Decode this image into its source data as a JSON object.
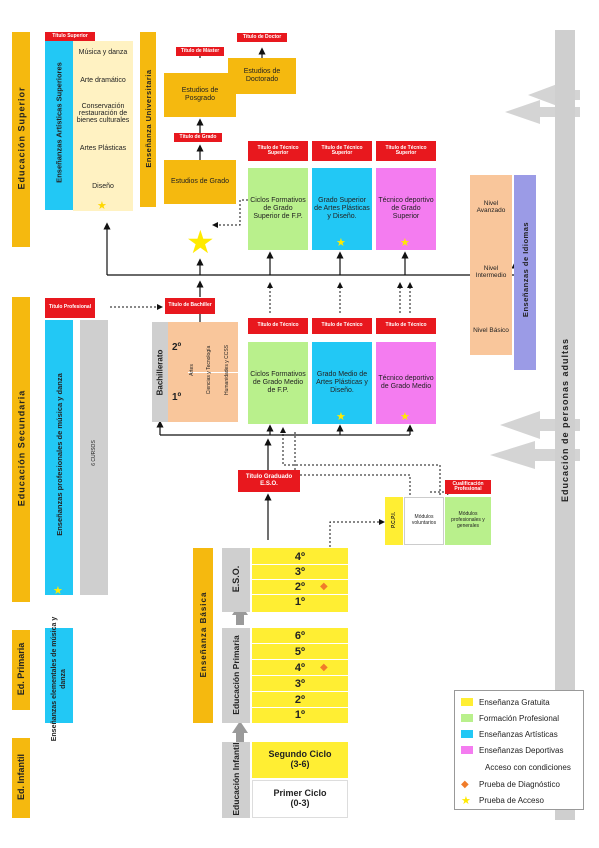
{
  "levels": {
    "superior": "Educación Superior",
    "secundaria": "Educación Secundaria",
    "primaria": "Ed. Primaria",
    "infantil": "Ed. Infantil",
    "adultos": "Educación de personas adultas",
    "universitaria": "Enseñanza Universitaria",
    "basica": "Enseñanza Básica",
    "idiomas": "Enseñanzas de Idiomas"
  },
  "artisticas_sup": {
    "title": "Enseñanzas Artísticas Superiores",
    "header": "Título Superior",
    "items": [
      "Música y danza",
      "Arte dramático",
      "Conservación restauración de bienes culturales",
      "Artes Plásticas",
      "Diseño"
    ]
  },
  "univ": {
    "master_title": "Título de Máster",
    "doctor_title": "Título de Doctor",
    "grado_title": "Título de Grado",
    "posgrado": "Estudios de Posgrado",
    "doctorado": "Estudios de Doctorado",
    "grado": "Estudios de Grado"
  },
  "tecnico_sup": {
    "titles": [
      "Título de Técnico Superior",
      "Título de Técnico Superior",
      "Título de Técnico Superior"
    ],
    "boxes": [
      "Ciclos Formativos de Grado Superior de F.P.",
      "Grado Superior de Artes Plásticas y Diseño.",
      "Técnico deportivo de Grado Superior"
    ]
  },
  "tecnico": {
    "titles": [
      "Título de Técnico",
      "Título de Técnico",
      "Título de Técnico"
    ],
    "boxes": [
      "Ciclos Formativos de Grado Medio de F.P.",
      "Grado Medio de Artes Plásticas y Diseño.",
      "Técnico deportivo de Grado Medio"
    ]
  },
  "idiomas_levels": [
    "Nivel Avanzado",
    "Nivel Intermedio",
    "Nivel Básico"
  ],
  "bachiller": {
    "title": "Título de Bachiller",
    "label": "Bachillerato",
    "years": [
      "2º",
      "1º"
    ],
    "modalities": [
      "Artes",
      "Ciencias y Tecnología",
      "Humanidades y CCSS"
    ]
  },
  "profesional": {
    "title": "Título Profesional",
    "label": "Enseñanzas profesionales de música y danza",
    "courses": "6 CURSOS"
  },
  "eso": {
    "title": "Título Graduado E.S.O.",
    "label": "E.S.O.",
    "grades": [
      "4º",
      "3º",
      "2º",
      "1º"
    ]
  },
  "pcpi": {
    "title": "Cualificación Profesional",
    "label": "P.C.P.I.",
    "voluntarios": "Módulos voluntarios",
    "generales": "Módulos profesionales y generales"
  },
  "primaria": {
    "label": "Educación Primaria",
    "grades": [
      "6º",
      "5º",
      "4º",
      "3º",
      "2º",
      "1º"
    ],
    "elementales": "Enseñanzas elementales de música y danza"
  },
  "infantil": {
    "label": "Educación Infantil",
    "segundo": "Segundo Ciclo",
    "segundo_range": "(3-6)",
    "primero": "Primer Ciclo",
    "primero_range": "(0-3)"
  },
  "legend": [
    {
      "label": "Enseñanza Gratuita",
      "color": "#ffee33"
    },
    {
      "label": "Formación Profesional",
      "color": "#b9f08c"
    },
    {
      "label": "Enseñanzas Artísticas",
      "color": "#22c8f5"
    },
    {
      "label": "Enseñanzas Deportivas",
      "color": "#f47cf0"
    },
    {
      "label": "Acceso con condiciones",
      "symbol": "dotted-arrow"
    },
    {
      "label": "Prueba de Diagnóstico",
      "symbol": "diamond"
    },
    {
      "label": "Prueba de Acceso",
      "symbol": "star"
    }
  ]
}
